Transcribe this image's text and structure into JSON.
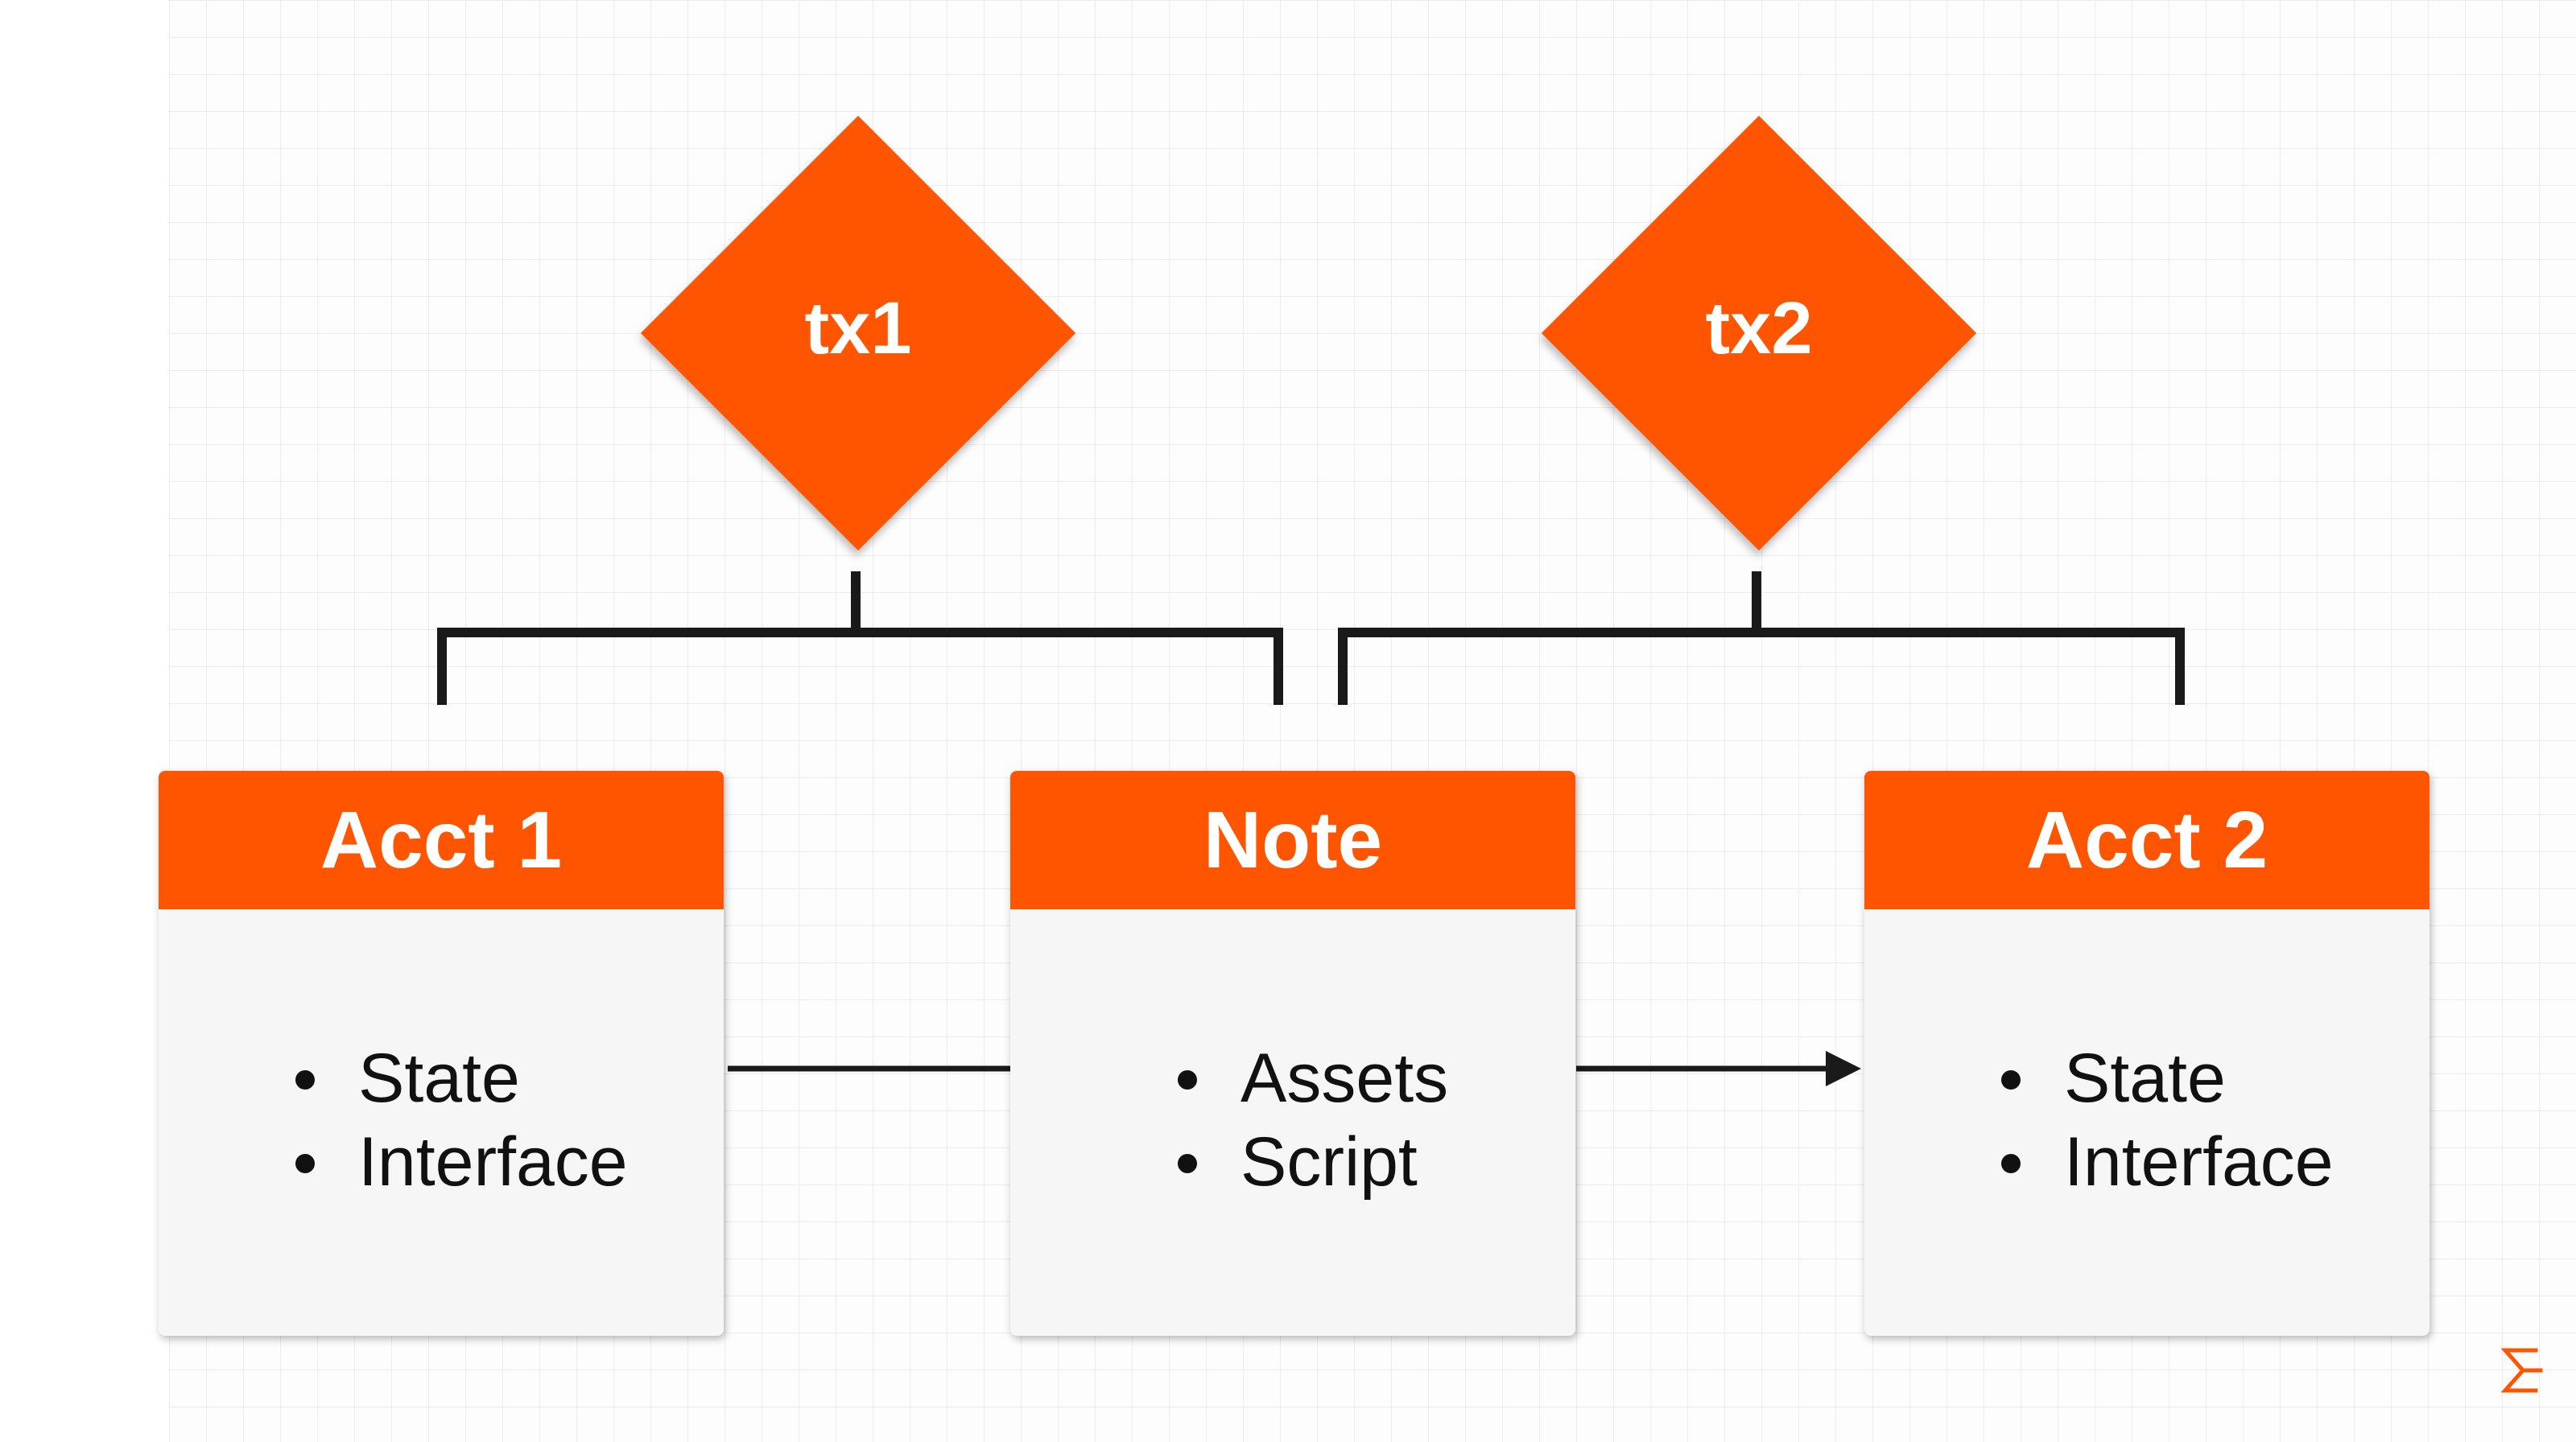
{
  "diagram": {
    "transactions": [
      {
        "label": "tx1"
      },
      {
        "label": "tx2"
      }
    ],
    "boxes": [
      {
        "title": "Acct 1",
        "items": [
          "State",
          "Interface"
        ]
      },
      {
        "title": "Note",
        "items": [
          "Assets",
          "Script"
        ]
      },
      {
        "title": "Acct 2",
        "items": [
          "State",
          "Interface"
        ]
      }
    ]
  },
  "colors": {
    "accent": "#ff5500",
    "card_body": "#f7f6f6",
    "connector": "#1a1a1a",
    "text_dark": "#111111",
    "text_light": "#ffffff"
  },
  "icons": {
    "corner_logo": "sigma-brand-icon",
    "flow_arrow": "arrow-right-icon"
  }
}
